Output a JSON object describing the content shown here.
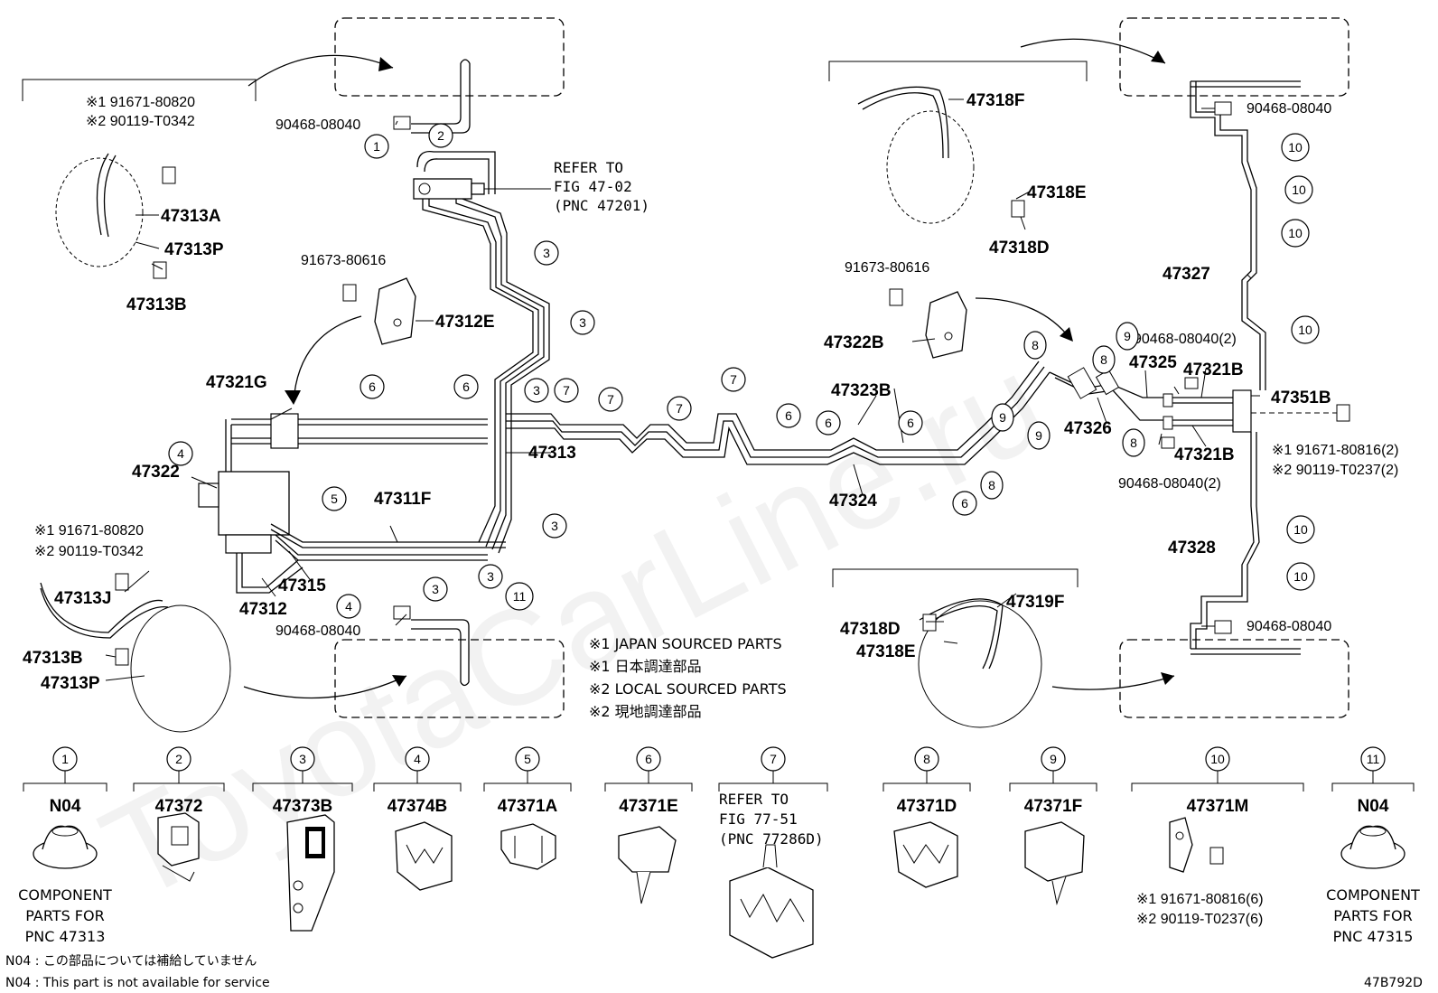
{
  "watermark": "ToyotaCarLine.ru",
  "diagram_code": "47B792D",
  "refer_main": [
    "REFER TO",
    "FIG 47-02",
    "(PNC 47201)"
  ],
  "part_labels": {
    "p47313A": "47313A",
    "p47313P_top": "47313P",
    "p47313B_top": "47313B",
    "p47312E": "47312E",
    "p47321G": "47321G",
    "p47322": "47322",
    "p47311F": "47311F",
    "p47313": "47313",
    "p47315": "47315",
    "p47312": "47312",
    "p47313J": "47313J",
    "p47313B_bot": "47313B",
    "p47313P_bot": "47313P",
    "p47318F": "47318F",
    "p47318E_top": "47318E",
    "p47318D_top": "47318D",
    "p47322B": "47322B",
    "p47323B": "47323B",
    "p47324": "47324",
    "p47326": "47326",
    "p47325": "47325",
    "p47321B_top": "47321B",
    "p47321B_bot": "47321B",
    "p47351B": "47351B",
    "p47327": "47327",
    "p47328": "47328",
    "p47319F": "47319F",
    "p47318D_bot": "47318D",
    "p47318E_bot": "47318E"
  },
  "numbers": {
    "n90468_tl": "90468-08040",
    "n90468_bl": "90468-08040",
    "n90468_tr": "90468-08040",
    "n90468_br": "90468-08040",
    "n90468_2a": "90468-08040(2)",
    "n90468_2b": "90468-08040(2)",
    "n91673_l": "91673-80616",
    "n91673_r": "91673-80616"
  },
  "ref_notes": {
    "tl_1": "※1 91671-80820",
    "tl_2": "※2 90119-T0342",
    "ml_1": "※1 91671-80820",
    "ml_2": "※2 90119-T0342",
    "r_1": "※1 91671-80816(2)",
    "r_2": "※2 90119-T0237(2)"
  },
  "legend": [
    "※1 JAPAN SOURCED PARTS",
    "※1 日本調達部品",
    "※2 LOCAL SOURCED PARTS",
    "※2 現地調達部品"
  ],
  "footnotes": [
    "N04 : この部品については補給していません",
    "N04 : This part is not available for service"
  ],
  "callout_digits": [
    "1",
    "2",
    "3",
    "4",
    "5",
    "6",
    "7",
    "8",
    "9",
    "10",
    "11"
  ],
  "components": [
    {
      "num": "1",
      "label": "N04",
      "note": [
        "COMPONENT",
        "PARTS FOR",
        "PNC 47313"
      ]
    },
    {
      "num": "2",
      "label": "47372"
    },
    {
      "num": "3",
      "label": "47373B"
    },
    {
      "num": "4",
      "label": "47374B"
    },
    {
      "num": "5",
      "label": "47371A"
    },
    {
      "num": "6",
      "label": "47371E"
    },
    {
      "num": "7",
      "label": "",
      "note": [
        "REFER TO",
        "FIG 77-51",
        "(PNC 77286D)"
      ]
    },
    {
      "num": "8",
      "label": "47371D"
    },
    {
      "num": "9",
      "label": "47371F"
    },
    {
      "num": "10",
      "label": "47371M",
      "note": [
        "※1 91671-80816(6)",
        "※2 90119-T0237(6)"
      ]
    },
    {
      "num": "11",
      "label": "N04",
      "note": [
        "COMPONENT",
        "PARTS FOR",
        "PNC 47315"
      ]
    }
  ]
}
